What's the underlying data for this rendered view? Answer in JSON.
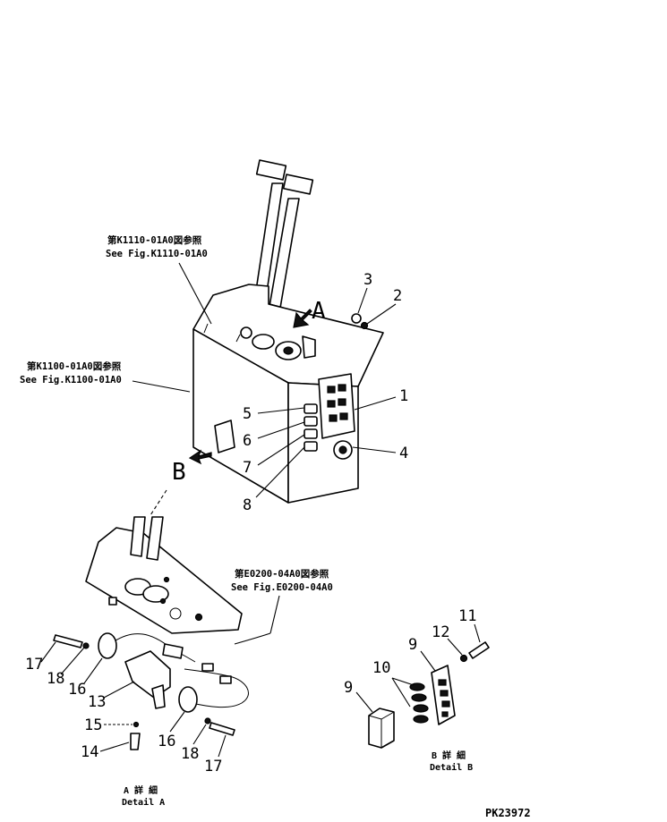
{
  "references": {
    "fig_k1110": {
      "jp": "第K1110-01A0図参照",
      "en": "See Fig.K1110-01A0"
    },
    "fig_k1100": {
      "jp": "第K1100-01A0図参照",
      "en": "See Fig.K1100-01A0"
    },
    "fig_e0200": {
      "jp": "第E0200-04A0図参照",
      "en": "See Fig.E0200-04A0"
    }
  },
  "view_arrows": {
    "a": "A",
    "b": "B"
  },
  "callouts": {
    "n1": "1",
    "n2": "2",
    "n3": "3",
    "n4": "4",
    "n5": "5",
    "n6": "6",
    "n7": "7",
    "n8": "8",
    "n9a": "9",
    "n9b": "9",
    "n10": "10",
    "n11": "11",
    "n12": "12",
    "n13": "13",
    "n14": "14",
    "n15": "15",
    "n16a": "16",
    "n16b": "16",
    "n17a": "17",
    "n17b": "17",
    "n18a": "18",
    "n18b": "18"
  },
  "details": {
    "a": {
      "jp": "A 詳 細",
      "en": "Detail A"
    },
    "b": {
      "jp": "B 詳 細",
      "en": "Detail B"
    }
  },
  "drawing_code": "PK23972"
}
